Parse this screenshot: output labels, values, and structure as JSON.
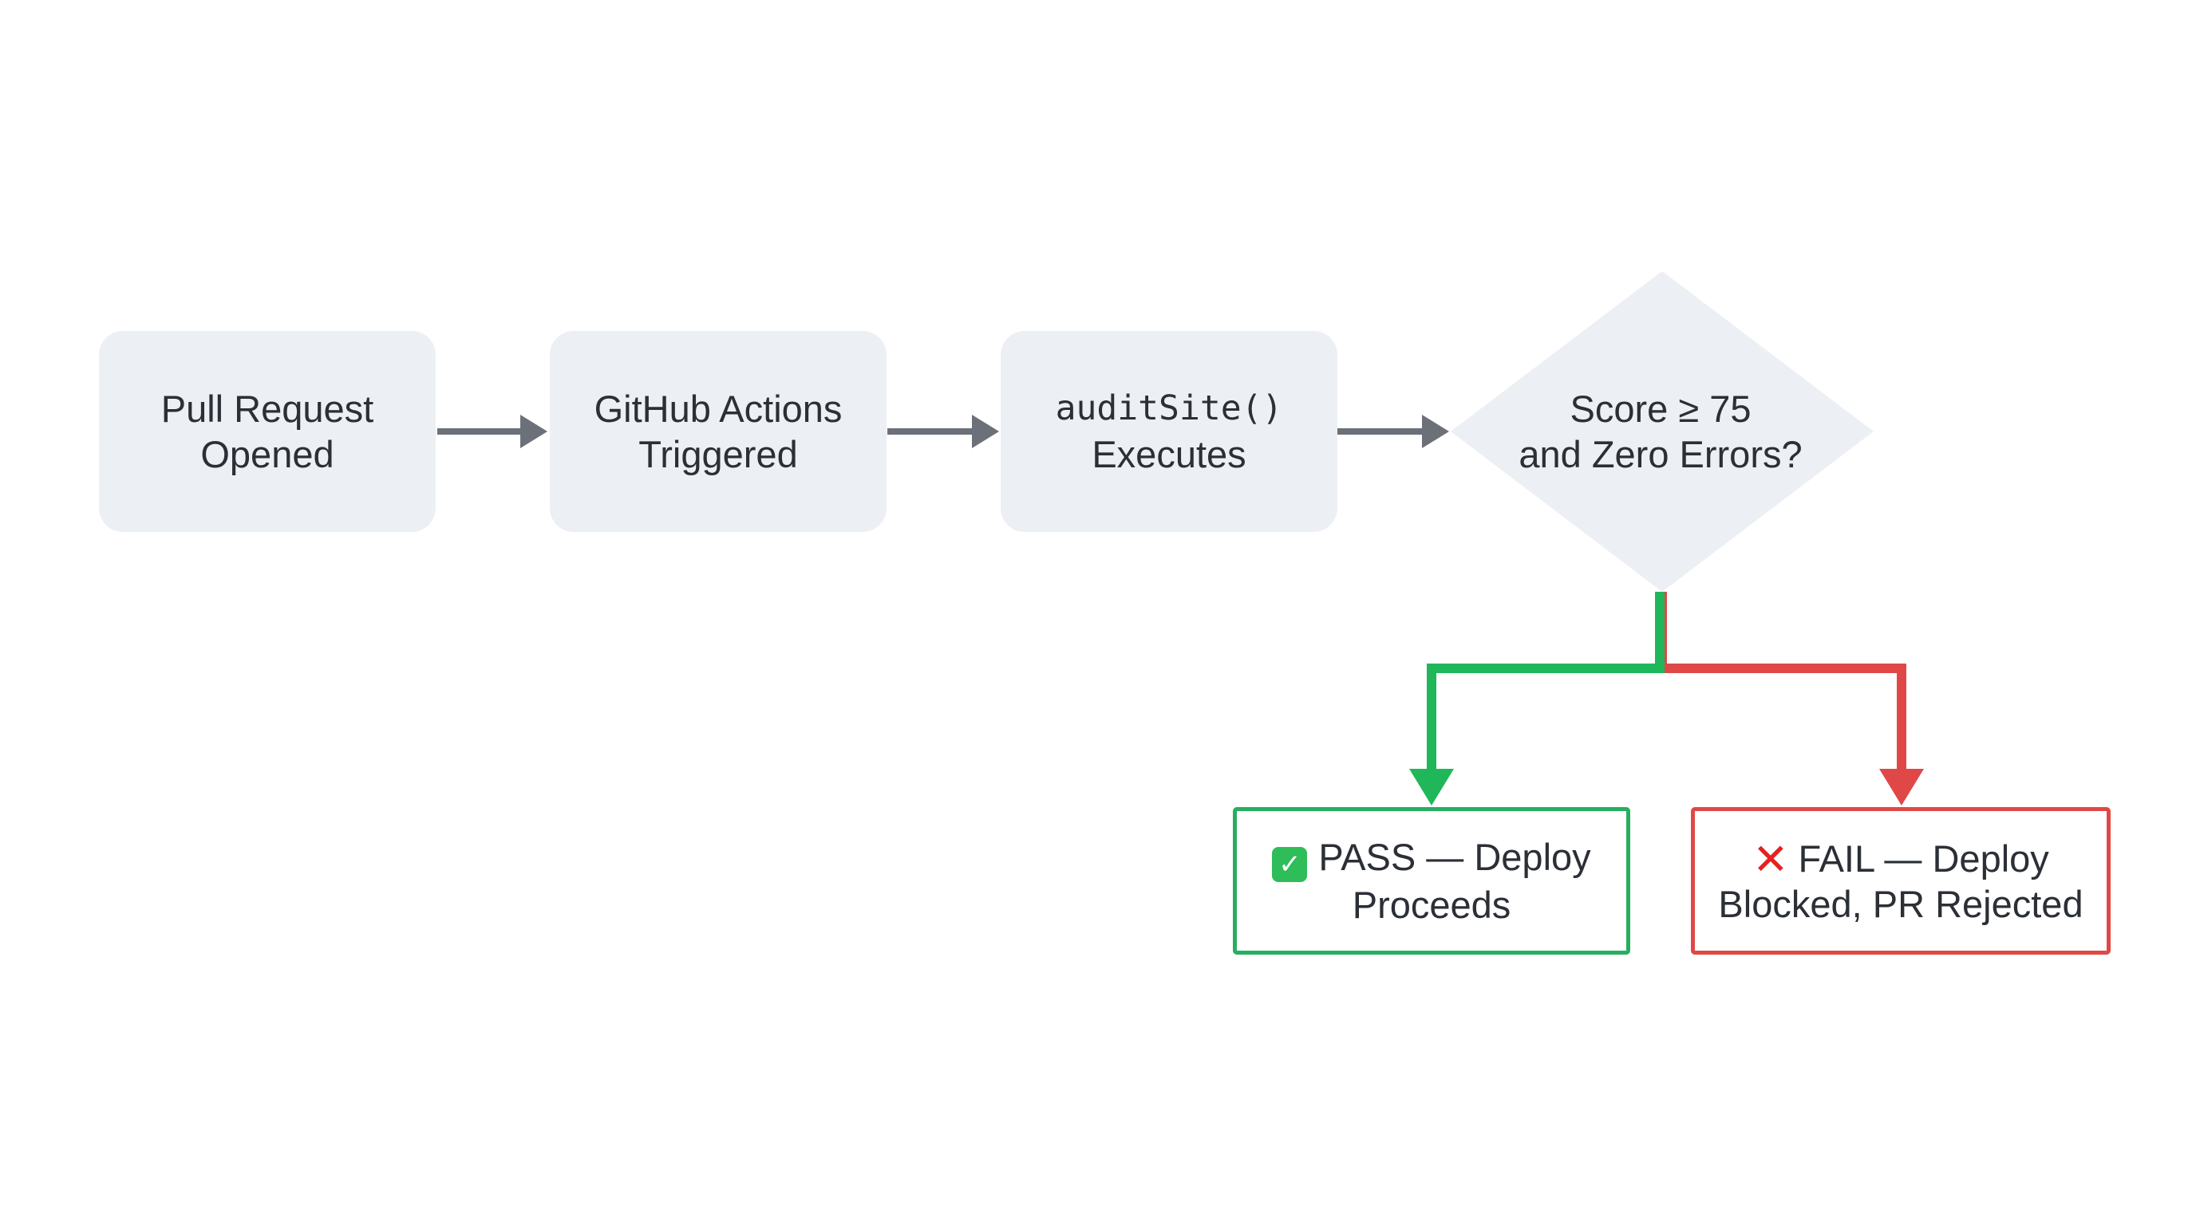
{
  "steps": [
    {
      "line1": "Pull Request",
      "line2": "Opened"
    },
    {
      "line1": "GitHub Actions",
      "line2": "Triggered"
    },
    {
      "line1": "auditSite()",
      "line2": "Executes"
    }
  ],
  "decision": {
    "line1": "Score ≥ 75",
    "line2": "and Zero Errors?"
  },
  "outcomes": {
    "pass": {
      "icon": "check-mark-icon",
      "icon_glyph": "✓",
      "line1": "PASS — Deploy",
      "line2": "Proceeds",
      "color": "#27ae60"
    },
    "fail": {
      "icon": "cross-mark-icon",
      "icon_glyph": "✕",
      "line1": "FAIL — Deploy",
      "line2": "Blocked, PR Rejected",
      "color": "#e04848"
    }
  },
  "colors": {
    "box_fill": "#eceff3",
    "arrow_gray": "#6b7079",
    "text": "#2b2f36"
  }
}
